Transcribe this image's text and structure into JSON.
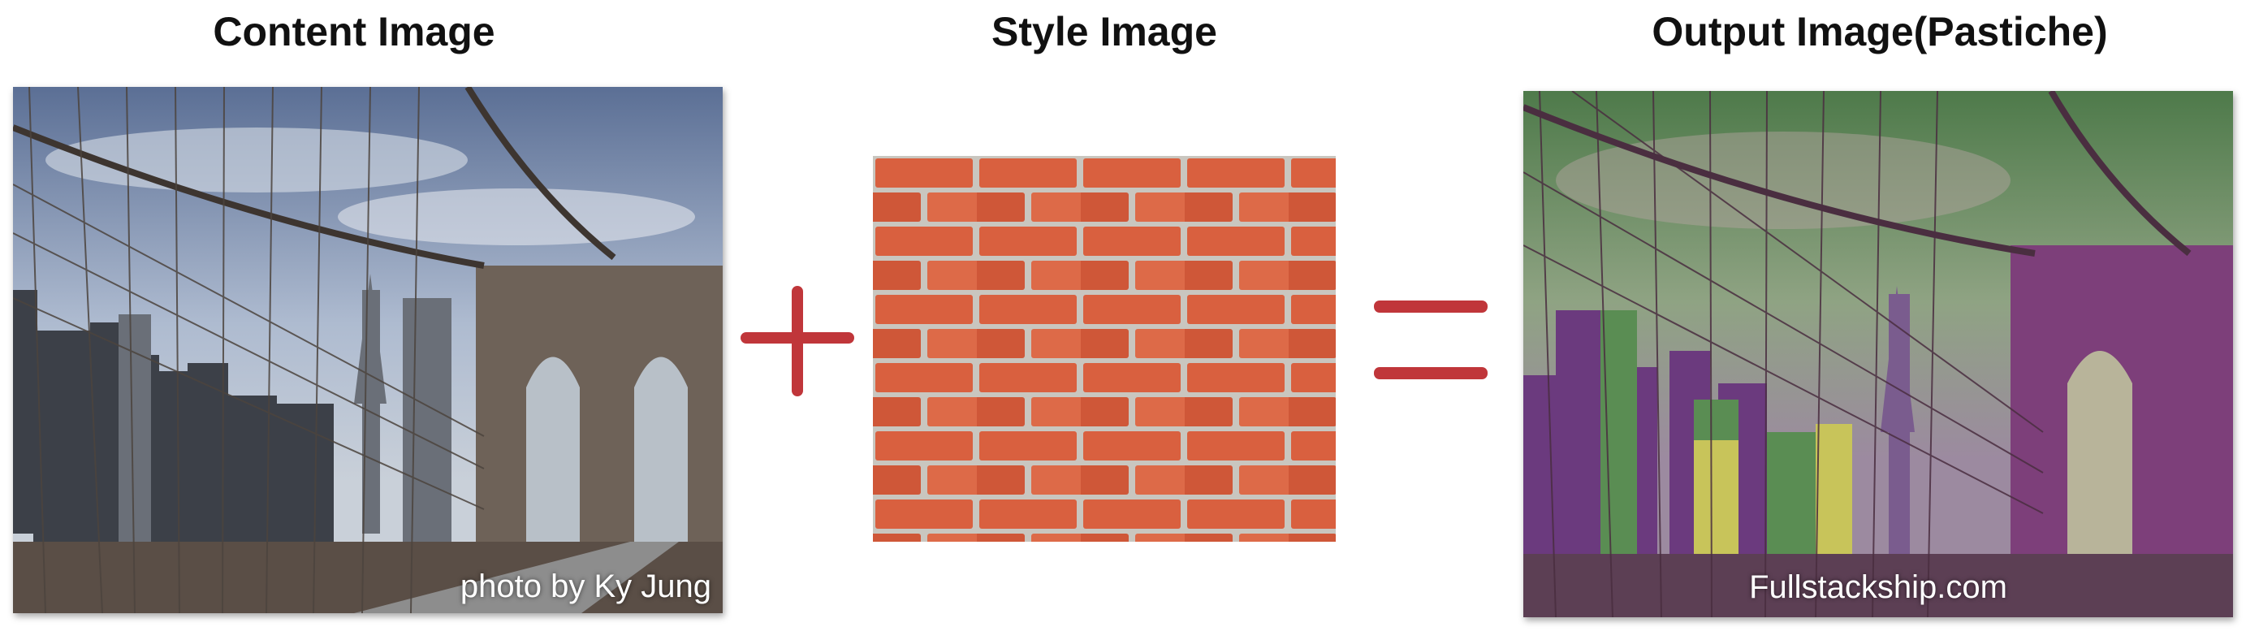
{
  "headings": {
    "content": "Content Image",
    "style": "Style Image",
    "output": "Output Image(Pastiche)"
  },
  "captions": {
    "content": "photo by Ky Jung",
    "output": "Fullstackship.com"
  },
  "operators": {
    "plus": "plus-icon",
    "equals": "equals-icon"
  },
  "colors": {
    "operator": "#c0363a",
    "brick": "#d9603f",
    "mortar": "#c9c6bf"
  }
}
